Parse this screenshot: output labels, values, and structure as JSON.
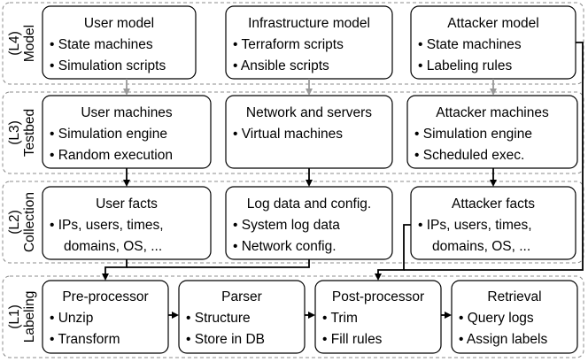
{
  "layers": [
    {
      "id": "L4",
      "label_id": "(L4)",
      "label_name": "Model"
    },
    {
      "id": "L3",
      "label_id": "(L3)",
      "label_name": "Testbed"
    },
    {
      "id": "L2",
      "label_id": "(L2)",
      "label_name": "Collection"
    },
    {
      "id": "L1",
      "label_id": "(L1)",
      "label_name": "Labeling"
    }
  ],
  "boxes": {
    "user_model": {
      "title": "User model",
      "items": [
        "• State machines",
        "• Simulation scripts"
      ]
    },
    "infrastructure_model": {
      "title": "Infrastructure model",
      "items": [
        "• Terraform scripts",
        "• Ansible scripts"
      ]
    },
    "attacker_model": {
      "title": "Attacker model",
      "items": [
        "• State machines",
        "• Labeling rules"
      ]
    },
    "user_machines": {
      "title": "User machines",
      "items": [
        "• Simulation engine",
        "• Random execution"
      ]
    },
    "network_servers": {
      "title": "Network and servers",
      "items": [
        "• Virtual machines"
      ]
    },
    "attacker_machines": {
      "title": "Attacker machines",
      "items": [
        "• Simulation engine",
        "• Scheduled exec."
      ]
    },
    "user_facts": {
      "title": "User facts",
      "items": [
        "• IPs, users, times,",
        "domains, OS, ..."
      ]
    },
    "log_data": {
      "title": "Log data and config.",
      "items": [
        "• System log data",
        "• Network config."
      ]
    },
    "attacker_facts": {
      "title": "Attacker facts",
      "items": [
        "• IPs, users, times,",
        "domains, OS, ..."
      ]
    },
    "preprocessor": {
      "title": "Pre-processor",
      "items": [
        "• Unzip",
        "• Transform"
      ]
    },
    "parser": {
      "title": "Parser",
      "items": [
        "• Structure",
        "• Store in DB"
      ]
    },
    "postprocessor": {
      "title": "Post-processor",
      "items": [
        "• Trim",
        "• Fill rules"
      ]
    },
    "retrieval": {
      "title": "Retrieval",
      "items": [
        "• Query logs",
        "• Assign labels"
      ]
    }
  }
}
